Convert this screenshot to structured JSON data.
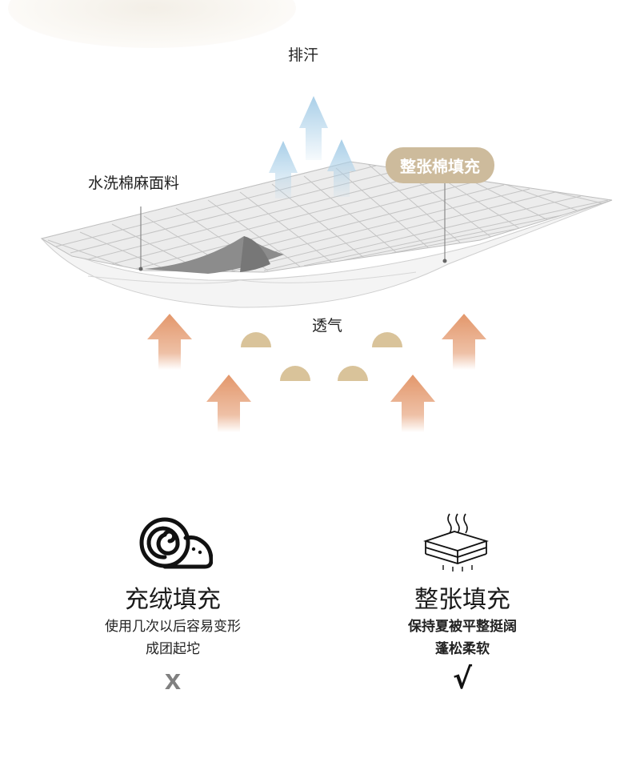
{
  "diagram": {
    "label_sweat": "排汗",
    "label_fabric": "水洗棉麻面料",
    "label_filling_pill": "整张棉填充",
    "label_breathable": "透气"
  },
  "compare": {
    "left": {
      "icon": "rolled-cotton-icon",
      "title": "充绒填充",
      "desc_line1": "使用几次以后容易变形",
      "desc_line2": "成团起坨",
      "mark": "x",
      "mark_color": "#808080"
    },
    "right": {
      "icon": "layered-sheet-icon",
      "title": "整张填充",
      "desc_line1": "保持夏被平整挺阔",
      "desc_line2": "蓬松柔软",
      "mark": "√",
      "mark_color": "#111111"
    }
  },
  "colors": {
    "pill_bg": "#cdbb9c",
    "arrow_up_blue": "#a9cfe8",
    "arrow_warm": "#e3976b",
    "bump": "#d9c39a"
  }
}
